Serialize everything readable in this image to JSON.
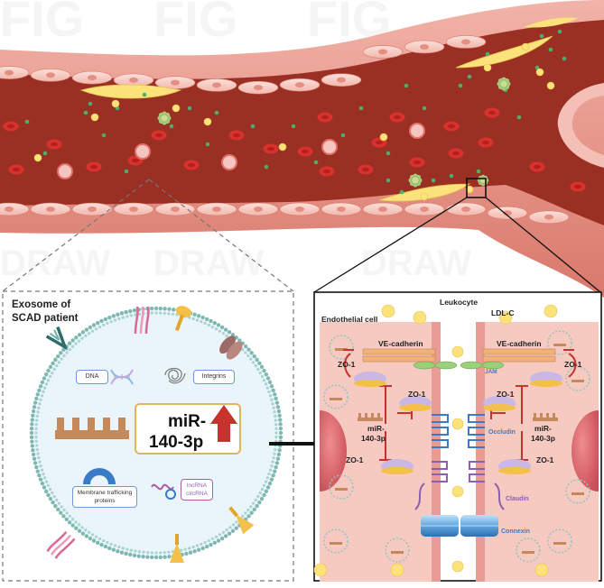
{
  "watermark": {
    "word": "FIG DRAW"
  },
  "exosome": {
    "title_line1": "Exosome of",
    "title_line2": "SCAD patient",
    "mir_line1": "miR-",
    "mir_line2": "140-3p",
    "dna": "DNA",
    "integrins": "Integrins",
    "membrane_line1": "Membrane trafficking",
    "membrane_line2": "proteins",
    "lncrna": "lncRNA",
    "circrna": "circRNA"
  },
  "junction": {
    "leukocyte": "Leukocyte",
    "ldlc": "LDL-C",
    "endothelial": "Endothelial cell",
    "vecadherin": "VE-cadherin",
    "jam": "JAM",
    "zo1": "ZO-1",
    "mir_line1": "miR-",
    "mir_line2": "140-3p",
    "occludin": "Occludin",
    "claudin": "Claudin",
    "connexin": "Connexin"
  },
  "colors": {
    "lumen": "#9a2f24",
    "vessel_wall": "#e8968b",
    "endothelial_cell": "#f6c9c1",
    "plaque": "#fbe27a",
    "rbc": "#d9322e",
    "accent_red": "#c6322c",
    "arrow": "#111111",
    "exosome_fill": "#eaf4fb",
    "exosome_membrane": "#7fb7b2"
  },
  "icons": [
    "red-blood-cell-icon",
    "platelet-icon",
    "leukocyte-icon",
    "ldl-particle-icon",
    "dna-icon",
    "integrin-icon",
    "rna-strand-icon",
    "receptor-icon",
    "up-arrow-icon",
    "right-arrow-icon"
  ]
}
